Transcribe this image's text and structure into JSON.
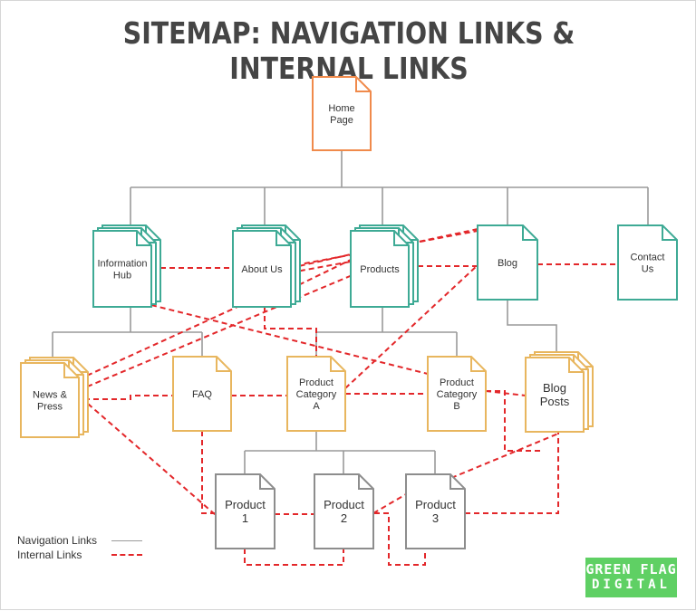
{
  "title": "SITEMAP: NAVIGATION LINKS  & INTERNAL LINKS",
  "colors": {
    "home": "#f08a4b",
    "level1": "#3eaa95",
    "level2": "#e8b65e",
    "level3": "#8d8d8d",
    "nav_line": "#9a9a9a",
    "internal_line": "#e3272a",
    "logo_bg": "#5fd064"
  },
  "nodes": {
    "home": {
      "label": [
        "Home",
        "Page"
      ],
      "style": "home"
    },
    "info_hub": {
      "label": [
        "Information",
        "Hub"
      ],
      "style": "level1"
    },
    "about": {
      "label": [
        "About Us"
      ],
      "style": "level1"
    },
    "products": {
      "label": [
        "Products"
      ],
      "style": "level1"
    },
    "blog": {
      "label": [
        "Blog"
      ],
      "style": "level1"
    },
    "contact": {
      "label": [
        "Contact",
        "Us"
      ],
      "style": "level1"
    },
    "news": {
      "label": [
        "News &",
        "Press"
      ],
      "style": "level2"
    },
    "faq": {
      "label": [
        "FAQ"
      ],
      "style": "level2"
    },
    "cat_a": {
      "label": [
        "Product",
        "Category",
        "A"
      ],
      "style": "level2"
    },
    "cat_b": {
      "label": [
        "Product",
        "Category",
        "B"
      ],
      "style": "level2"
    },
    "blog_posts": {
      "label": [
        "Blog",
        "Posts"
      ],
      "style": "level2"
    },
    "p1": {
      "label": [
        "Product",
        "1"
      ],
      "style": "level3"
    },
    "p2": {
      "label": [
        "Product",
        "2"
      ],
      "style": "level3"
    },
    "p3": {
      "label": [
        "Product",
        "3"
      ],
      "style": "level3"
    }
  },
  "navigation_links": [
    [
      "home",
      "info_hub"
    ],
    [
      "home",
      "about"
    ],
    [
      "home",
      "products"
    ],
    [
      "home",
      "blog"
    ],
    [
      "home",
      "contact"
    ],
    [
      "info_hub",
      "news"
    ],
    [
      "info_hub",
      "faq"
    ],
    [
      "products",
      "cat_a"
    ],
    [
      "products",
      "cat_b"
    ],
    [
      "blog",
      "blog_posts"
    ],
    [
      "cat_a",
      "p1"
    ],
    [
      "cat_a",
      "p2"
    ],
    [
      "cat_a",
      "p3"
    ]
  ],
  "internal_links": [
    [
      "info_hub",
      "about"
    ],
    [
      "about",
      "products"
    ],
    [
      "about",
      "blog"
    ],
    [
      "products",
      "blog"
    ],
    [
      "blog",
      "contact"
    ],
    [
      "info_hub",
      "cat_b"
    ],
    [
      "about",
      "news"
    ],
    [
      "about",
      "cat_a"
    ],
    [
      "products",
      "news"
    ],
    [
      "blog",
      "cat_a"
    ],
    [
      "news",
      "faq"
    ],
    [
      "faq",
      "cat_a"
    ],
    [
      "cat_a",
      "cat_b"
    ],
    [
      "cat_b",
      "blog_posts"
    ],
    [
      "news",
      "p1"
    ],
    [
      "faq",
      "p1"
    ],
    [
      "p1",
      "p2"
    ],
    [
      "p2",
      "p3"
    ],
    [
      "p1",
      "p2"
    ],
    [
      "blog_posts",
      "p3"
    ],
    [
      "cat_b",
      "p3"
    ],
    [
      "p2",
      "blog_posts"
    ]
  ],
  "legend": {
    "navigation": "Navigation Links",
    "internal": "Internal Links"
  },
  "logo": {
    "line1": "GREEN FLAG",
    "line2": "DIGITAL"
  }
}
